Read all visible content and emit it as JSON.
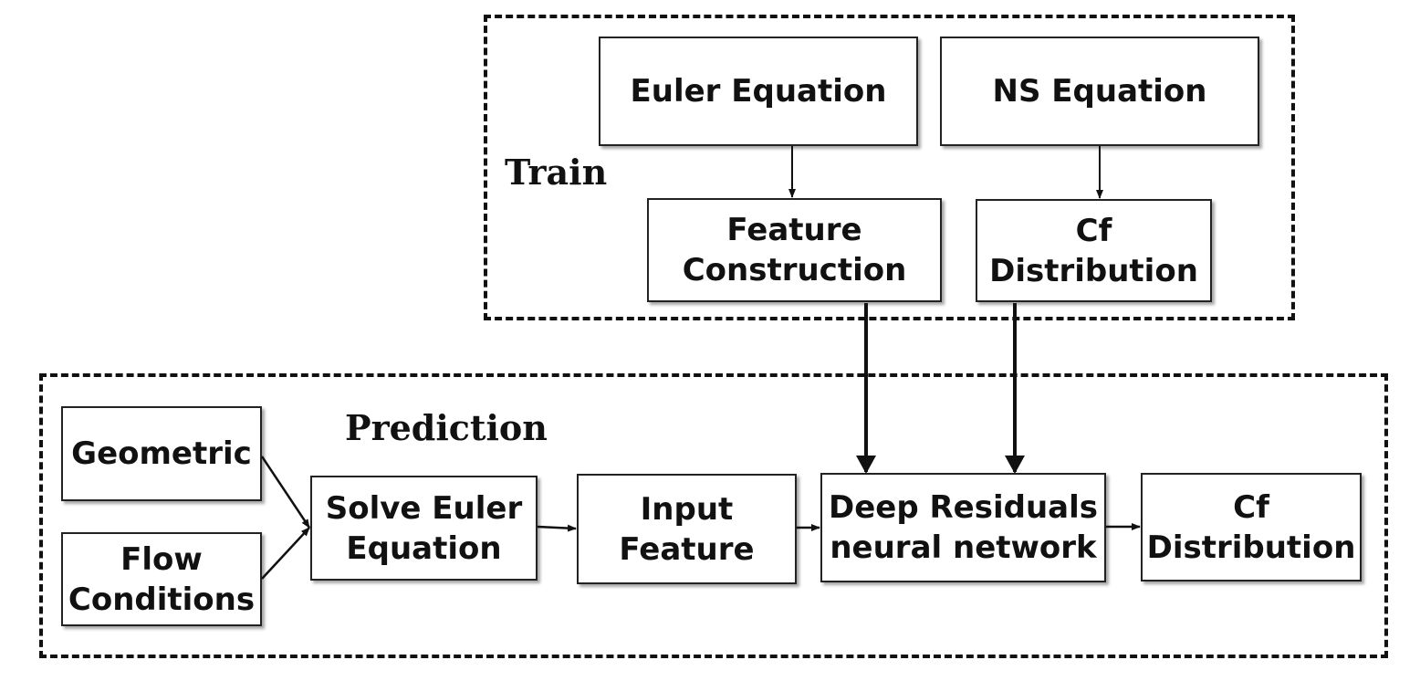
{
  "train": {
    "label": "Train",
    "euler_equation": "Euler Equation",
    "ns_equation": "NS Equation",
    "feature_construction": "Feature\nConstruction",
    "cf_distribution": "Cf\nDistribution"
  },
  "prediction": {
    "label": "Prediction",
    "geometric": "Geometric",
    "flow_conditions": "Flow\nConditions",
    "solve_euler": "Solve Euler\nEquation",
    "input_feature": "Input\nFeature",
    "deep_residuals": "Deep Residuals\nneural network",
    "cf_distribution": "Cf\nDistribution"
  }
}
